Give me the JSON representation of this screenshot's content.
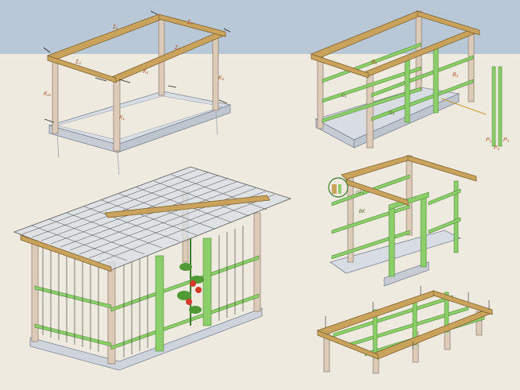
{
  "colors": {
    "sky": "#b9c8d6",
    "ground": "#efeadf",
    "post": "#d9c8b6",
    "beam": "#c9a25c",
    "green": "#8ccf6a",
    "block": "#d8dce3",
    "roof": "#cfd6df"
  },
  "labels": {
    "top_left": {
      "l1": "Σ₁",
      "l2": "Σ₂",
      "l3": "Σ₃",
      "l4": "Σ₄",
      "k1": "K₁₁",
      "k2": "K₁",
      "k3": "K₂",
      "k4": "K₁"
    },
    "top_right": {
      "a": "B₁",
      "b": "B₂",
      "c": "G₁",
      "d": "G₂",
      "p1": "P₁",
      "p2": "P₂",
      "p3": "P₃"
    },
    "mid_right": {
      "a": "GF₁",
      "b": "BK"
    }
  }
}
